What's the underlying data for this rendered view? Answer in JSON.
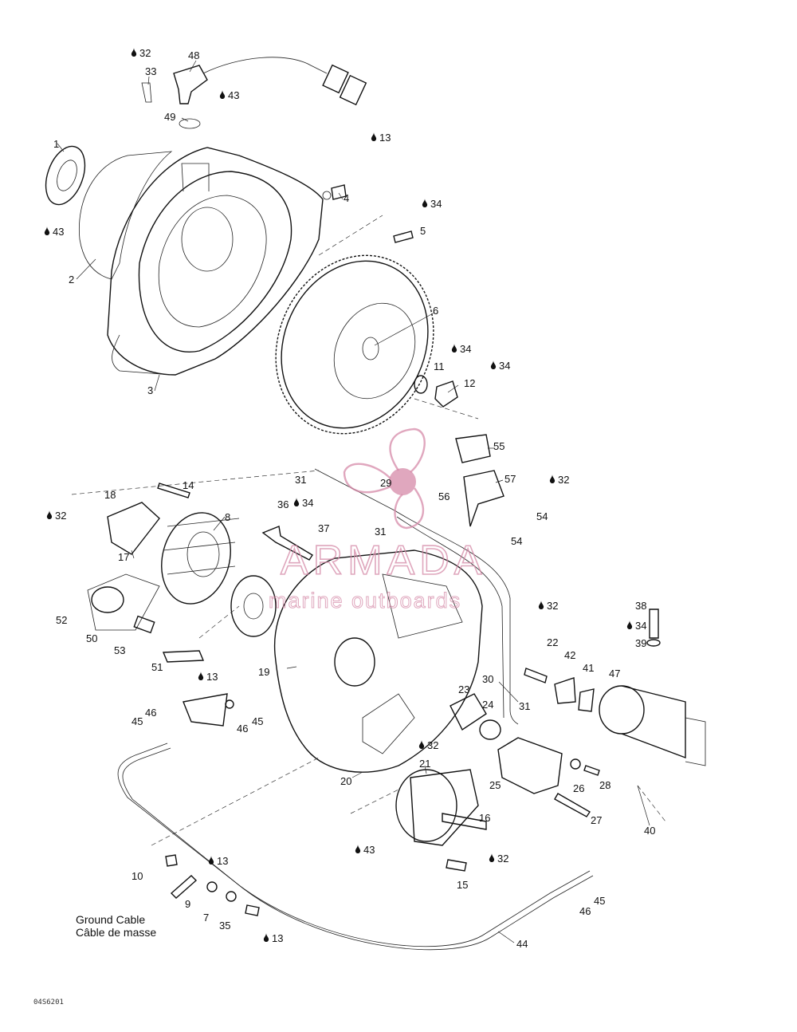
{
  "watermark": {
    "title": "ARMADA",
    "subtitle": "marine outboards",
    "logo_number": "29"
  },
  "drawing_code": "04S6201",
  "ground_cable_label": {
    "line1": "Ground Cable",
    "line2": "Câble de masse"
  },
  "callouts": [
    {
      "id": "p48",
      "text": "48"
    },
    {
      "id": "l32a",
      "text": "32"
    },
    {
      "id": "p33",
      "text": "33"
    },
    {
      "id": "l43a",
      "text": "43"
    },
    {
      "id": "p49",
      "text": "49"
    },
    {
      "id": "l13a",
      "text": "13"
    },
    {
      "id": "p1",
      "text": "1"
    },
    {
      "id": "l43b",
      "text": "43"
    },
    {
      "id": "p2",
      "text": "2"
    },
    {
      "id": "p3",
      "text": "3"
    },
    {
      "id": "p4",
      "text": "4"
    },
    {
      "id": "l34a",
      "text": "34"
    },
    {
      "id": "p5",
      "text": "5"
    },
    {
      "id": "p6",
      "text": "6"
    },
    {
      "id": "l34b",
      "text": "34"
    },
    {
      "id": "p11",
      "text": "11"
    },
    {
      "id": "l34c",
      "text": "34"
    },
    {
      "id": "p12",
      "text": "12"
    },
    {
      "id": "p55",
      "text": "55"
    },
    {
      "id": "p57",
      "text": "57"
    },
    {
      "id": "l32b",
      "text": "32"
    },
    {
      "id": "p56",
      "text": "56"
    },
    {
      "id": "p54a",
      "text": "54"
    },
    {
      "id": "p54b",
      "text": "54"
    },
    {
      "id": "p31a",
      "text": "31"
    },
    {
      "id": "p31b",
      "text": "31"
    },
    {
      "id": "p14",
      "text": "14"
    },
    {
      "id": "p18",
      "text": "18"
    },
    {
      "id": "l32c",
      "text": "32"
    },
    {
      "id": "p8",
      "text": "8"
    },
    {
      "id": "p17",
      "text": "17"
    },
    {
      "id": "p36",
      "text": "36"
    },
    {
      "id": "l34d",
      "text": "34"
    },
    {
      "id": "p37",
      "text": "37"
    },
    {
      "id": "p52",
      "text": "52"
    },
    {
      "id": "p50",
      "text": "50"
    },
    {
      "id": "p53",
      "text": "53"
    },
    {
      "id": "p51",
      "text": "51"
    },
    {
      "id": "l13b",
      "text": "13"
    },
    {
      "id": "p19",
      "text": "19"
    },
    {
      "id": "l32d",
      "text": "32"
    },
    {
      "id": "p22",
      "text": "22"
    },
    {
      "id": "p38",
      "text": "38"
    },
    {
      "id": "l34e",
      "text": "34"
    },
    {
      "id": "p39",
      "text": "39"
    },
    {
      "id": "p42",
      "text": "42"
    },
    {
      "id": "p41",
      "text": "41"
    },
    {
      "id": "p47",
      "text": "47"
    },
    {
      "id": "p30",
      "text": "30"
    },
    {
      "id": "p23",
      "text": "23"
    },
    {
      "id": "p24",
      "text": "24"
    },
    {
      "id": "p31c",
      "text": "31"
    },
    {
      "id": "l32e",
      "text": "32"
    },
    {
      "id": "p46a",
      "text": "46"
    },
    {
      "id": "p45a",
      "text": "45"
    },
    {
      "id": "p46b",
      "text": "46"
    },
    {
      "id": "p45b",
      "text": "45"
    },
    {
      "id": "p20",
      "text": "20"
    },
    {
      "id": "p21",
      "text": "21"
    },
    {
      "id": "p25",
      "text": "25"
    },
    {
      "id": "p26",
      "text": "26"
    },
    {
      "id": "p28",
      "text": "28"
    },
    {
      "id": "p27",
      "text": "27"
    },
    {
      "id": "p40",
      "text": "40"
    },
    {
      "id": "p16",
      "text": "16"
    },
    {
      "id": "l43c",
      "text": "43"
    },
    {
      "id": "l32f",
      "text": "32"
    },
    {
      "id": "p15",
      "text": "15"
    },
    {
      "id": "p10",
      "text": "10"
    },
    {
      "id": "l13c",
      "text": "13"
    },
    {
      "id": "p9",
      "text": "9"
    },
    {
      "id": "p7",
      "text": "7"
    },
    {
      "id": "p35",
      "text": "35"
    },
    {
      "id": "l13d",
      "text": "13"
    },
    {
      "id": "p44",
      "text": "44"
    },
    {
      "id": "p46c",
      "text": "46"
    },
    {
      "id": "p45c",
      "text": "45"
    }
  ],
  "colors": {
    "ink": "#111111",
    "watermark": "#d58aa8"
  }
}
